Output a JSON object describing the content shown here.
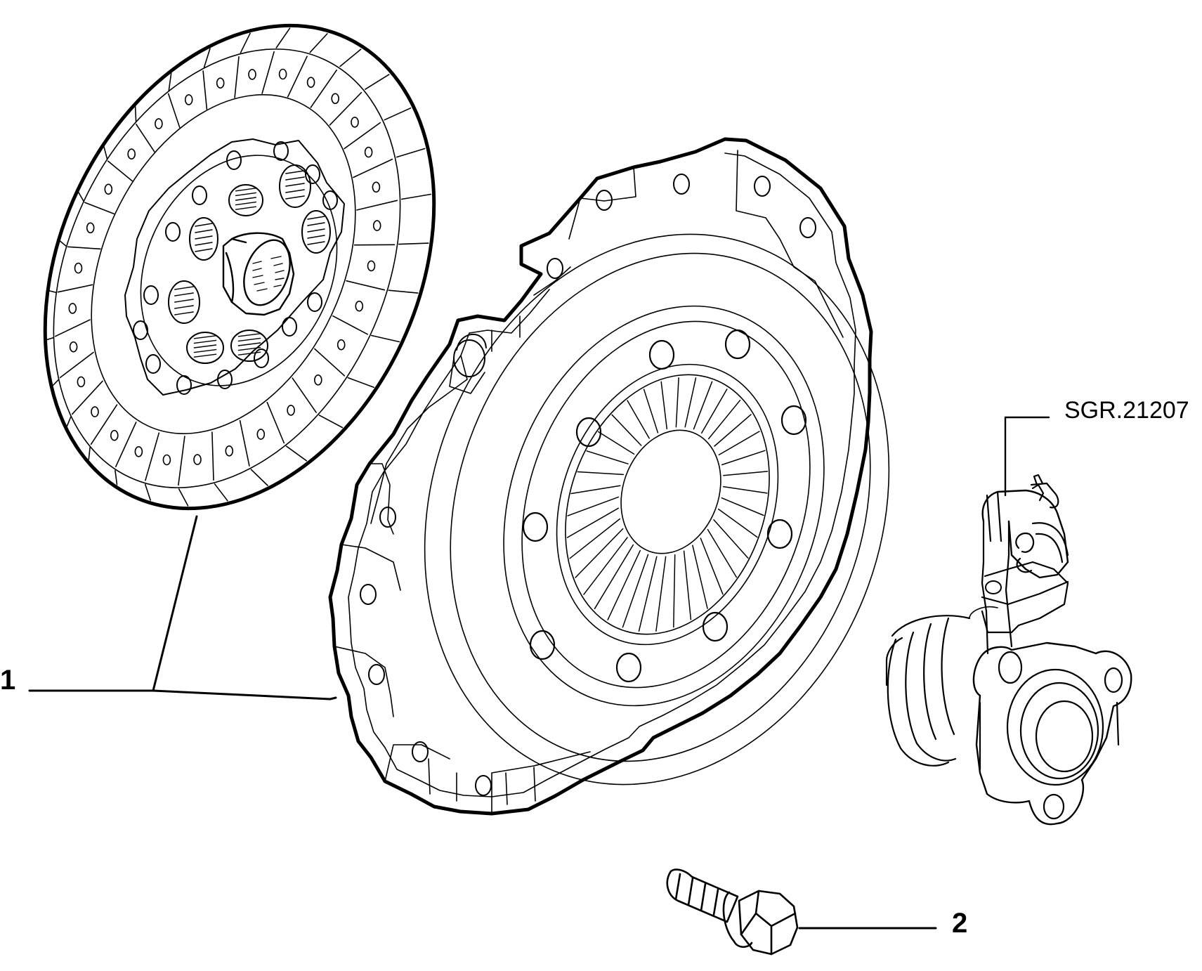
{
  "diagram": {
    "reference_code": "SGR.21207",
    "callouts": [
      {
        "label": "1",
        "part": "clutch-kit"
      },
      {
        "label": "2",
        "part": "bolt"
      }
    ]
  },
  "colors": {
    "line": "#000000",
    "background": "#ffffff"
  }
}
